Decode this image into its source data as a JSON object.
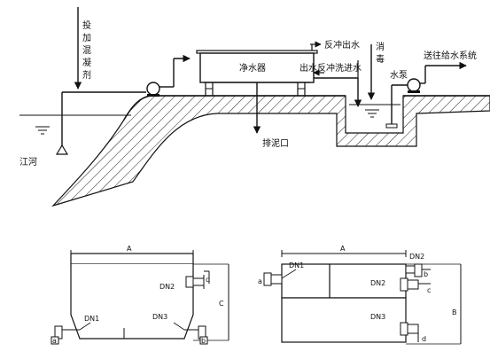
{
  "labels": {
    "coagulant": [
      "投",
      "加",
      "混",
      "凝",
      "剂"
    ],
    "purifier": "净水器",
    "backwash_out": "反冲出水",
    "backwash_in": "出水反冲洗进水",
    "disinfect": [
      "消",
      "毒"
    ],
    "supply": "送往给水系统",
    "pump": "水泵",
    "sludge": "排泥口",
    "river": "江河"
  },
  "dims": {
    "left": {
      "a": "A",
      "c": "C",
      "dn1": "DN1",
      "dn2": "DN2",
      "dn3": "DN3",
      "small_a": "a",
      "small_b": "b",
      "small_c": "c"
    },
    "right": {
      "a": "A",
      "b": "B",
      "dn1": "DN1",
      "dn2": "DN2",
      "dn3": "DN3",
      "small_a": "a",
      "small_b": "b",
      "small_c": "c",
      "small_d": "d"
    }
  }
}
